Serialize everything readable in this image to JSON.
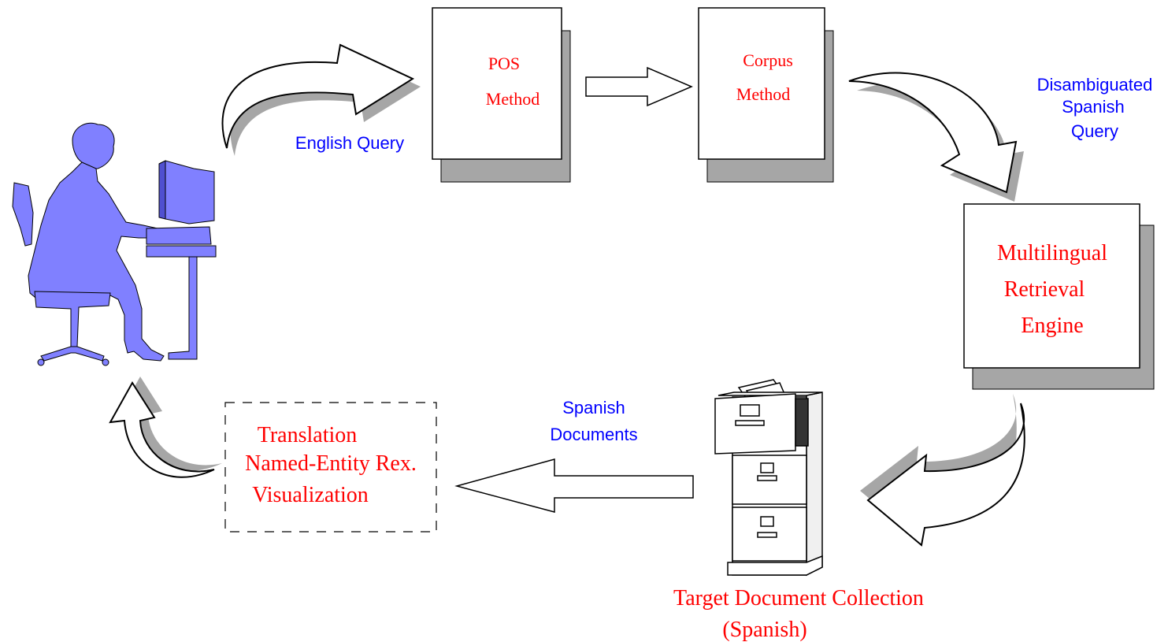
{
  "colors": {
    "red_text": "#ff0000",
    "blue_text": "#0000ff",
    "user_figure": "#8080ff",
    "shadow": "#a6a6a6"
  },
  "labels": {
    "english_query": "English Query",
    "disambiguated_query": [
      "Disambiguated",
      "Spanish",
      "Query"
    ],
    "spanish_documents": [
      "Spanish",
      "Documents"
    ]
  },
  "boxes": {
    "pos_method": [
      "POS",
      "Method"
    ],
    "corpus_method": [
      "Corpus",
      "Method"
    ],
    "retrieval_engine": [
      "Multilingual",
      "Retrieval",
      "Engine"
    ],
    "post_processing": [
      "Translation",
      "Named-Entity Rex.",
      "Visualization"
    ]
  },
  "collection_label": [
    "Target Document Collection",
    "(Spanish)"
  ],
  "icons": {
    "user": "user-at-computer-icon",
    "cabinet": "filing-cabinet-icon"
  }
}
